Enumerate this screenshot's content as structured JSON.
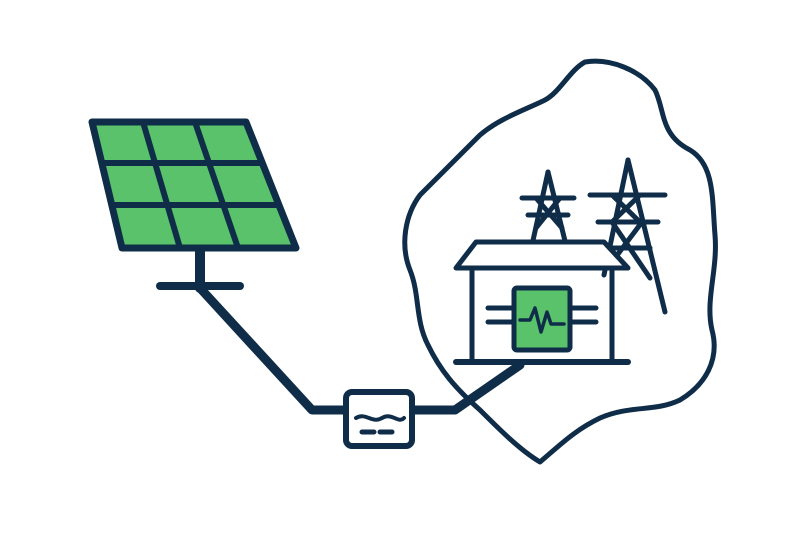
{
  "illustration": {
    "elements": [
      "solar-panel",
      "panel-mount",
      "power-cable",
      "junction-box",
      "region-boundary",
      "transmission-tower-left",
      "transmission-tower-right",
      "substation-building",
      "inverter-display"
    ],
    "colors": {
      "outline": "#0f2d49",
      "panel_fill": "#59c26a",
      "display_fill": "#59c26a",
      "background": "#ffffff"
    }
  }
}
